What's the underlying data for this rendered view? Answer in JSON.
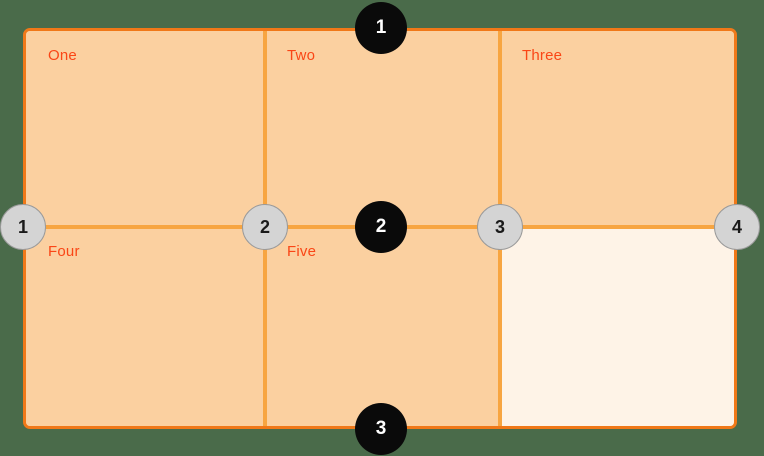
{
  "diagram": {
    "title": "Grid layout with numbered handles",
    "background_color": "#4a6b4a",
    "frame": {
      "border_color": "#F07818",
      "fill_color": "#FBD0A0",
      "pale_fill_color": "#FEF3E7",
      "divider_color": "#F7A541",
      "label_color": "#FA4616"
    },
    "cells": [
      {
        "label": "One",
        "row": 1,
        "column": 1,
        "filled": true
      },
      {
        "label": "Two",
        "row": 1,
        "column": 2,
        "filled": true
      },
      {
        "label": "Three",
        "row": 1,
        "column": 3,
        "filled": true
      },
      {
        "label": "Four",
        "row": 2,
        "column": 1,
        "filled": true
      },
      {
        "label": "Five",
        "row": 2,
        "column": 2,
        "filled": true
      },
      {
        "label": "",
        "row": 2,
        "column": 3,
        "filled": false
      }
    ],
    "column_handles": [
      {
        "label": "1",
        "style": "gray"
      },
      {
        "label": "2",
        "style": "gray"
      },
      {
        "label": "3",
        "style": "gray"
      },
      {
        "label": "4",
        "style": "gray"
      }
    ],
    "row_handles": [
      {
        "label": "1",
        "style": "black",
        "position": "top"
      },
      {
        "label": "2",
        "style": "black",
        "position": "middle"
      },
      {
        "label": "3",
        "style": "black",
        "position": "bottom"
      }
    ]
  }
}
